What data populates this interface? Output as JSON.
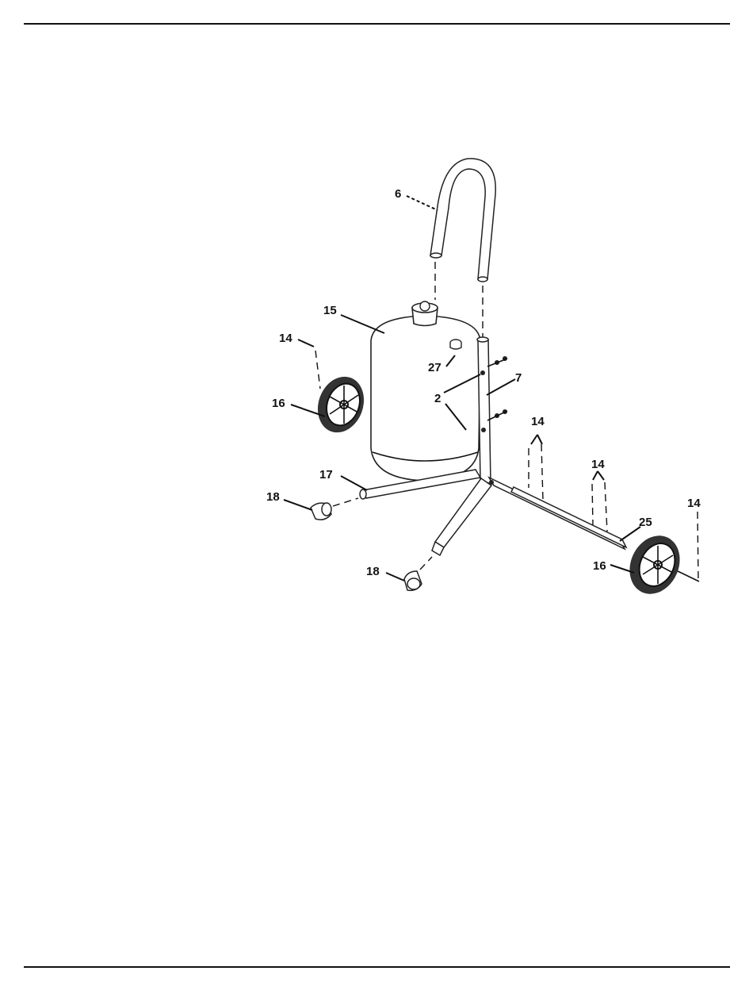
{
  "diagram": {
    "callouts": {
      "handle": "6",
      "tank": "15",
      "screw_left_wheel": "14",
      "wheel_left": "16",
      "plug": "27",
      "bolt_upper": "2",
      "frame": "7",
      "screw_axle_a": "14",
      "screw_axle_b": "14",
      "screw_axle_c": "14",
      "axle": "25",
      "wheel_right": "16",
      "leg": "17",
      "foot_left": "18",
      "foot_bottom": "18"
    },
    "colors": {
      "line": "#111111",
      "background": "#ffffff"
    }
  }
}
